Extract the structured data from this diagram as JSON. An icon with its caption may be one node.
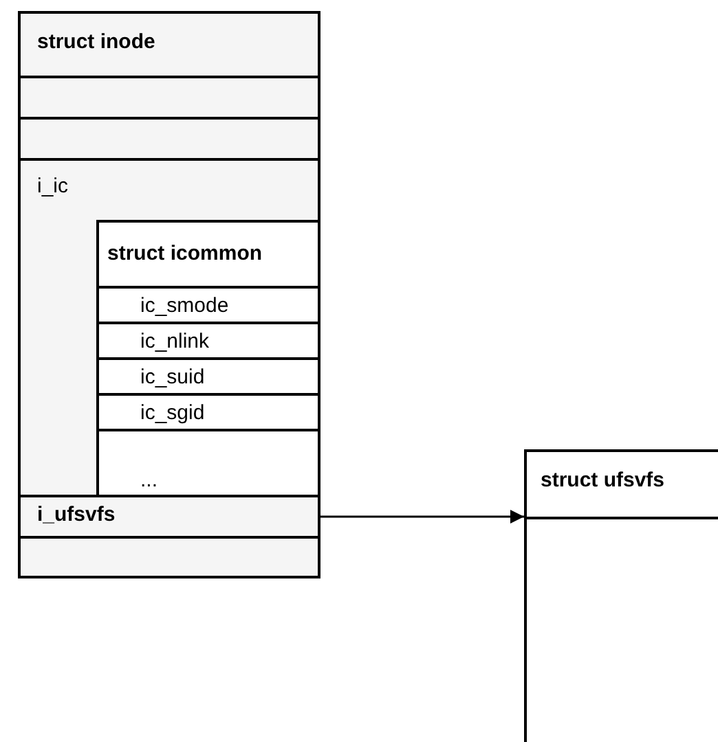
{
  "diagram": {
    "nodes": [
      {
        "text": [
          "struct inode"
        ]
      },
      {
        "text": [],
        "shape": "box",
        "in": 0
      },
      {
        "text": [],
        "shape": "box",
        "in": 0
      },
      {
        "text": [
          "i_ic"
        ],
        "in": 0
      },
      {
        "text": [
          "struct icommon"
        ],
        "in": 3
      },
      {
        "text": [
          "ic_smode"
        ],
        "in": 4
      },
      {
        "text": [
          "ic_nlink"
        ],
        "in": 4
      },
      {
        "text": [
          "ic_suid"
        ],
        "in": 4
      },
      {
        "text": [
          "ic_sgid"
        ],
        "in": 4
      },
      {
        "text": [
          "..."
        ],
        "in": 4
      },
      {
        "text": [
          "i_ufsvfs"
        ],
        "in": 0
      },
      {
        "text": [],
        "shape": "box",
        "in": 0
      },
      {
        "text": [
          "struct ufsvfs"
        ]
      }
    ],
    "edges": [
      {
        "from": 10,
        "to": 12,
        "arrow": "to"
      }
    ]
  }
}
